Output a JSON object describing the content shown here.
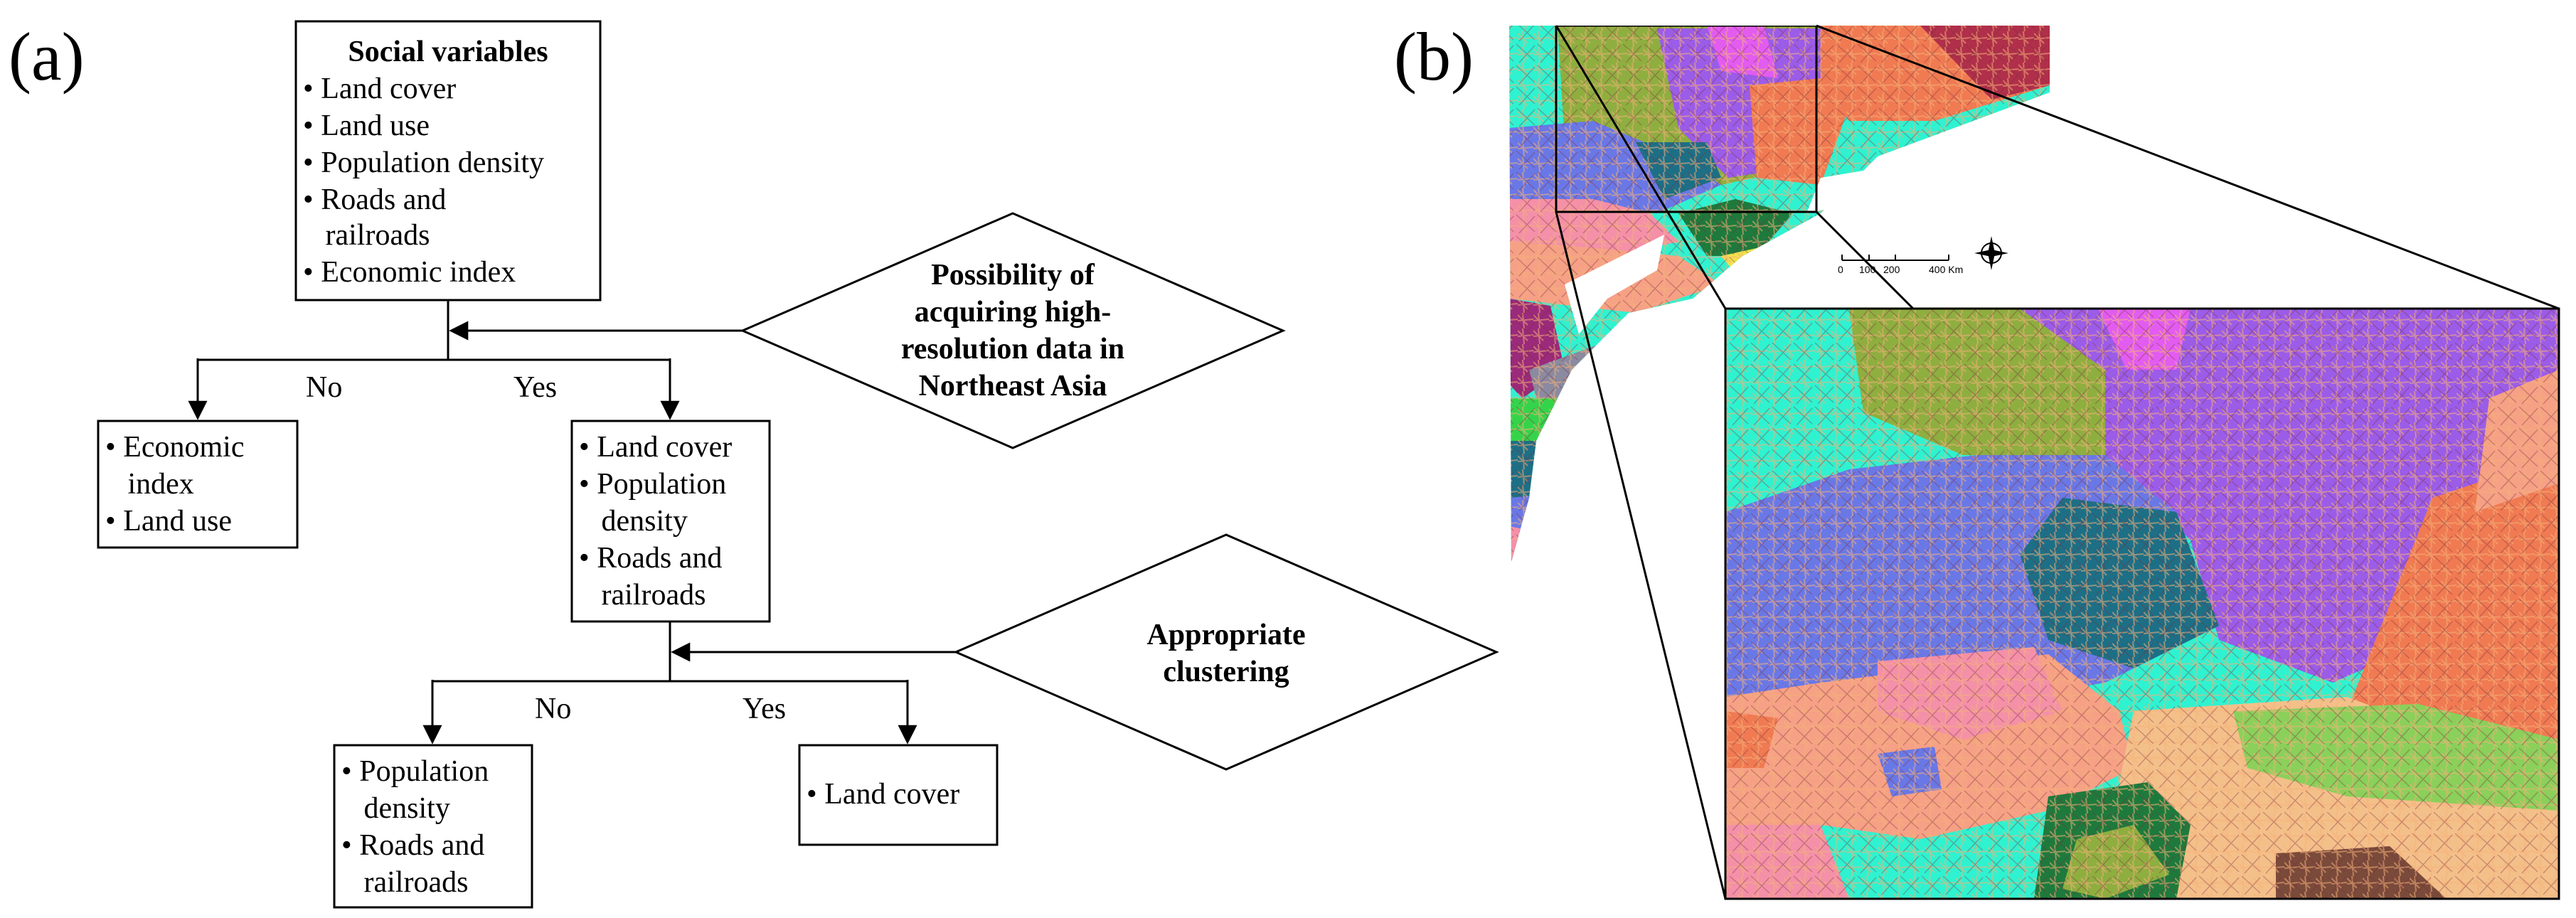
{
  "panel_a": {
    "label": "(a)",
    "social_box": {
      "title": "Social variables",
      "lines": [
        "• Land cover",
        "• Land use",
        "• Population density",
        "• Roads and",
        "   railroads",
        "• Economic index"
      ]
    },
    "decision1": {
      "lines": [
        "Possibility of",
        "acquiring high-",
        "resolution data in",
        "Northeast Asia"
      ]
    },
    "branch1": {
      "no": "No",
      "yes": "Yes"
    },
    "left_box": {
      "lines": [
        "• Economic",
        "   index",
        "• Land use"
      ]
    },
    "mid_box": {
      "lines": [
        "• Land cover",
        "• Population",
        "   density",
        "• Roads and",
        "   railroads"
      ]
    },
    "decision2": {
      "lines": [
        "Appropriate",
        "clustering"
      ]
    },
    "branch2": {
      "no": "No",
      "yes": "Yes"
    },
    "bottom_left_box": {
      "lines": [
        "• Population",
        "   density",
        "• Roads and",
        "   railroads"
      ]
    },
    "bottom_right_box": {
      "lines": [
        "• Land cover"
      ]
    }
  },
  "panel_b": {
    "label": "(b)",
    "scale_bar": {
      "ticks": [
        "0",
        "100",
        "200",
        "400 Km"
      ]
    },
    "compass": "compass-rose-icon",
    "map_colors": {
      "cyan": "#2ff2d0",
      "purple": "#9b5ce8",
      "blue": "#6a78e6",
      "teal": "#1d6f86",
      "orange": "#f07a52",
      "salmon": "#f6a086",
      "pink": "#f490a8",
      "green": "#1e7a3c",
      "olive": "#8fae40",
      "magenta": "#e25cf0",
      "maroon": "#b02f4a",
      "lime": "#8ad05a",
      "tan": "#f4c08a",
      "brown": "#7a4a3a",
      "yellow": "#f2e24a",
      "gray": "#8a8aa0"
    }
  }
}
